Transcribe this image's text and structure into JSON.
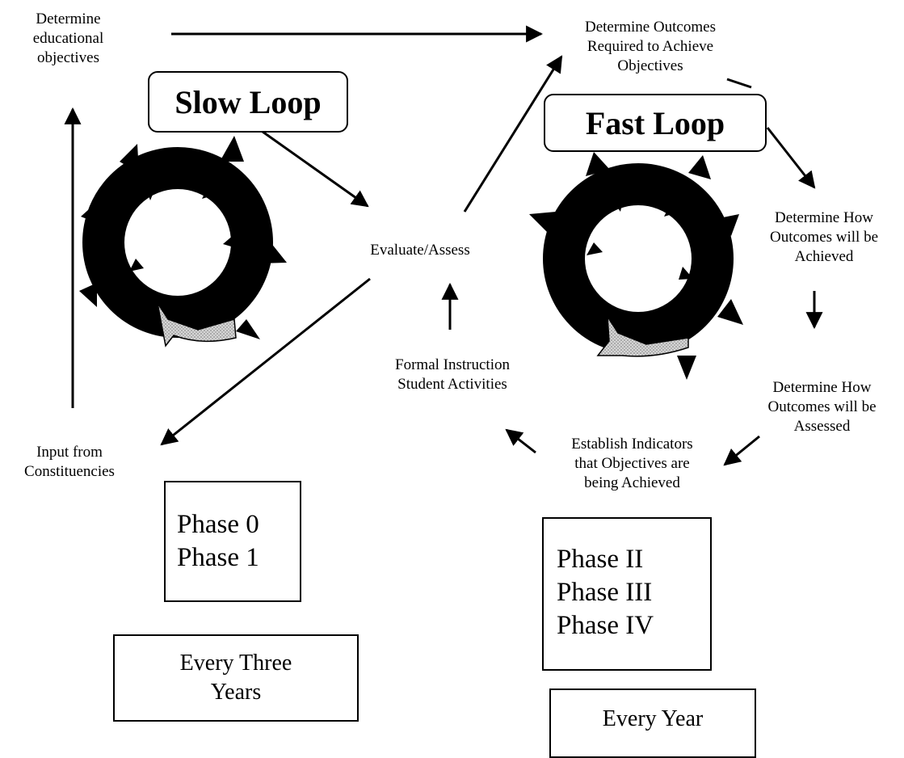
{
  "nodes": {
    "determine_objectives": [
      "Determine",
      "educational",
      "objectives"
    ],
    "determine_outcomes": [
      "Determine Outcomes",
      "Required to Achieve",
      "Objectives"
    ],
    "evaluate_assess": [
      "Evaluate/Assess"
    ],
    "determine_how_achieved": [
      "Determine How",
      "Outcomes will be",
      "Achieved"
    ],
    "determine_how_assessed": [
      "Determine How",
      "Outcomes will be",
      "Assessed"
    ],
    "establish_indicators": [
      "Establish Indicators",
      "that Objectives are",
      "being Achieved"
    ],
    "formal_instruction": [
      "Formal Instruction",
      "Student Activities"
    ],
    "input_constituencies": [
      "Input from",
      "Constituencies"
    ]
  },
  "loops": {
    "slow": {
      "label": "Slow Loop"
    },
    "fast": {
      "label": "Fast Loop"
    }
  },
  "phases": {
    "slow": [
      "Phase 0",
      "Phase 1"
    ],
    "fast": [
      "Phase II",
      "Phase III",
      "Phase IV"
    ]
  },
  "frequency": {
    "slow": [
      "Every Three",
      "Years"
    ],
    "fast": [
      "Every Year"
    ]
  }
}
